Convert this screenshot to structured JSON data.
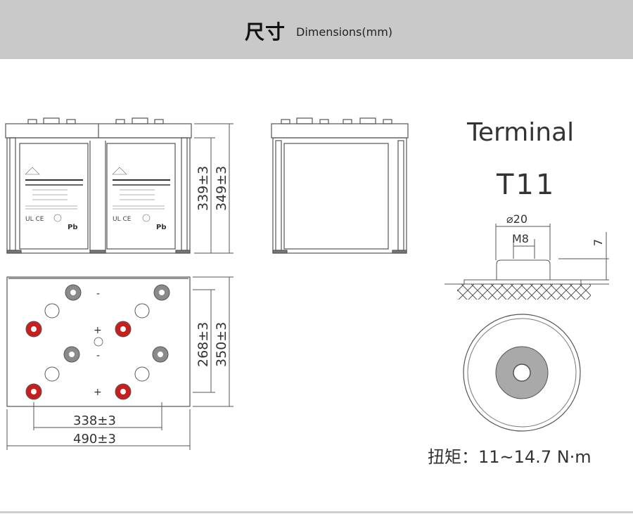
{
  "header": {
    "title": "尺寸",
    "subtitle": "Dimensions(mm)"
  },
  "front_view": {
    "height_internal": "339±3",
    "height_total": "349±3"
  },
  "top_view": {
    "depth_internal": "268±3",
    "depth_total": "350±3",
    "width_internal": "338±3",
    "width_total": "490±3",
    "polarity_plus": "+",
    "polarity_minus": "-"
  },
  "terminal": {
    "title": "Terminal",
    "model": "T11",
    "diameter": "⌀20",
    "thread": "M8",
    "height": "7",
    "torque": "扭矩：11~14.7 N·m"
  },
  "colors": {
    "header_bg": "#c9c9c9",
    "positive_post": "#c81e1e",
    "negative_post": "#8a8a8a",
    "line": "#555555"
  }
}
